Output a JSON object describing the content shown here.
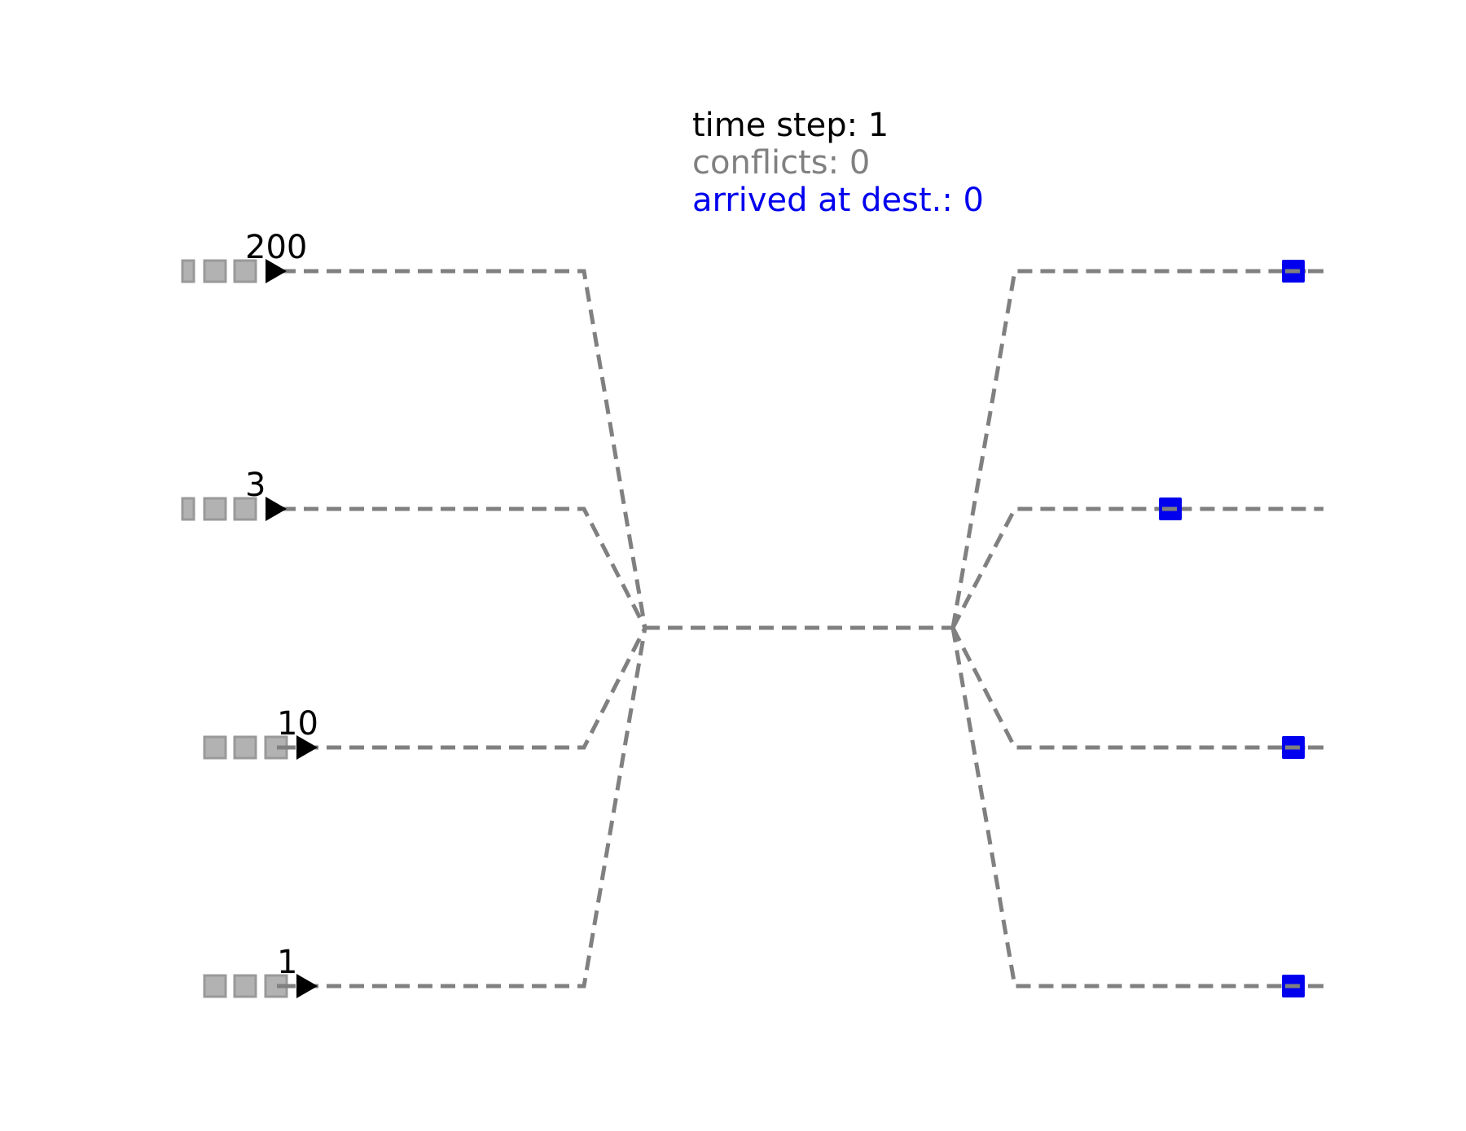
{
  "stats": {
    "time_step": "time step: 1",
    "conflicts": "conflicts: 0",
    "arrived": "arrived at dest.: 0"
  },
  "colors": {
    "time_step": "#000000",
    "conflicts": "#808080",
    "arrived": "#0000ee",
    "route": "#808080",
    "queue_box": "#b2b2b2",
    "destination_marker": "#0000ee"
  },
  "sources": [
    {
      "label": "200",
      "waiting_shown": 3,
      "clipped": true
    },
    {
      "label": "3",
      "waiting_shown": 3,
      "clipped": true
    },
    {
      "label": "10",
      "waiting_shown": 3,
      "clipped": false
    },
    {
      "label": "1",
      "waiting_shown": 3,
      "clipped": false
    }
  ],
  "destinations": [
    {
      "marker": "end"
    },
    {
      "marker": "middle"
    },
    {
      "marker": "end"
    },
    {
      "marker": "end"
    }
  ]
}
